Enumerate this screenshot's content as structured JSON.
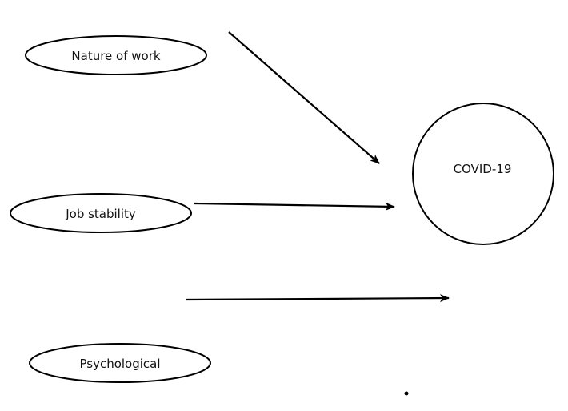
{
  "diagram": {
    "type": "conceptual-model",
    "colors": {
      "stroke": "#000000",
      "text": "#111111",
      "background": "#ffffff"
    },
    "factors": [
      {
        "id": "nature_of_work",
        "label": "Nature of work",
        "shape": "ellipse"
      },
      {
        "id": "job_stability",
        "label": "Job stability",
        "shape": "ellipse"
      },
      {
        "id": "psychological",
        "label": "Psychological",
        "shape": "ellipse"
      }
    ],
    "outcome": {
      "id": "covid19",
      "label": "COVID-19",
      "shape": "circle"
    },
    "arrows": [
      {
        "from": "nature_of_work",
        "to": "covid19",
        "direction": "diagonal-down-right"
      },
      {
        "from": "job_stability",
        "to": "covid19",
        "direction": "right"
      },
      {
        "from": "psychological",
        "to": "covid19",
        "direction": "right"
      }
    ],
    "marks": [
      {
        "type": "dot"
      }
    ]
  }
}
